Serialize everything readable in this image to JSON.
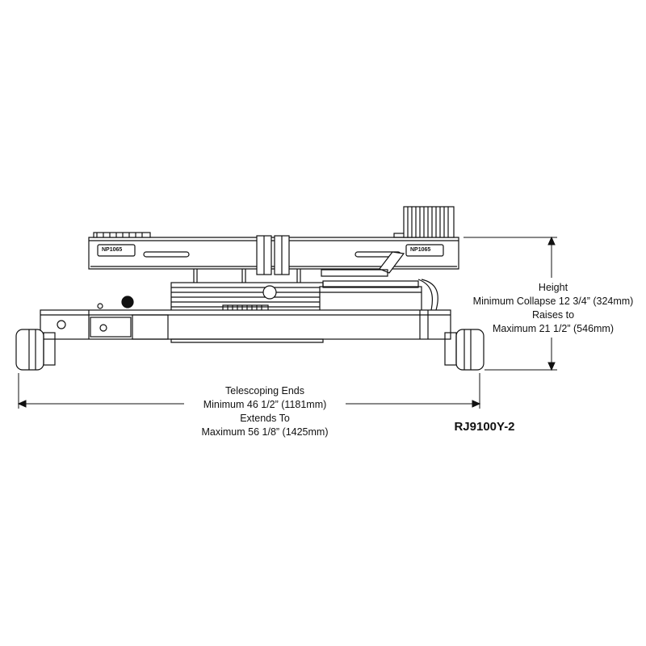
{
  "height_dimension": {
    "line1": "Height",
    "line2": "Minimum Collapse 12 3/4” (324mm)",
    "line3": "Raises to",
    "line4": "Maximum 21 1/2” (546mm)"
  },
  "width_dimension": {
    "line1": "Telescoping Ends",
    "line2": "Minimum 46 1/2” (1181mm)",
    "line3": "Extends To",
    "line4": "Maximum 56 1/8” (1425mm)"
  },
  "model_number": "RJ9100Y-2",
  "part_labels": {
    "left": "NP1065",
    "right": "NP1065"
  },
  "colors": {
    "stroke": "#111111",
    "background": "#ffffff"
  }
}
